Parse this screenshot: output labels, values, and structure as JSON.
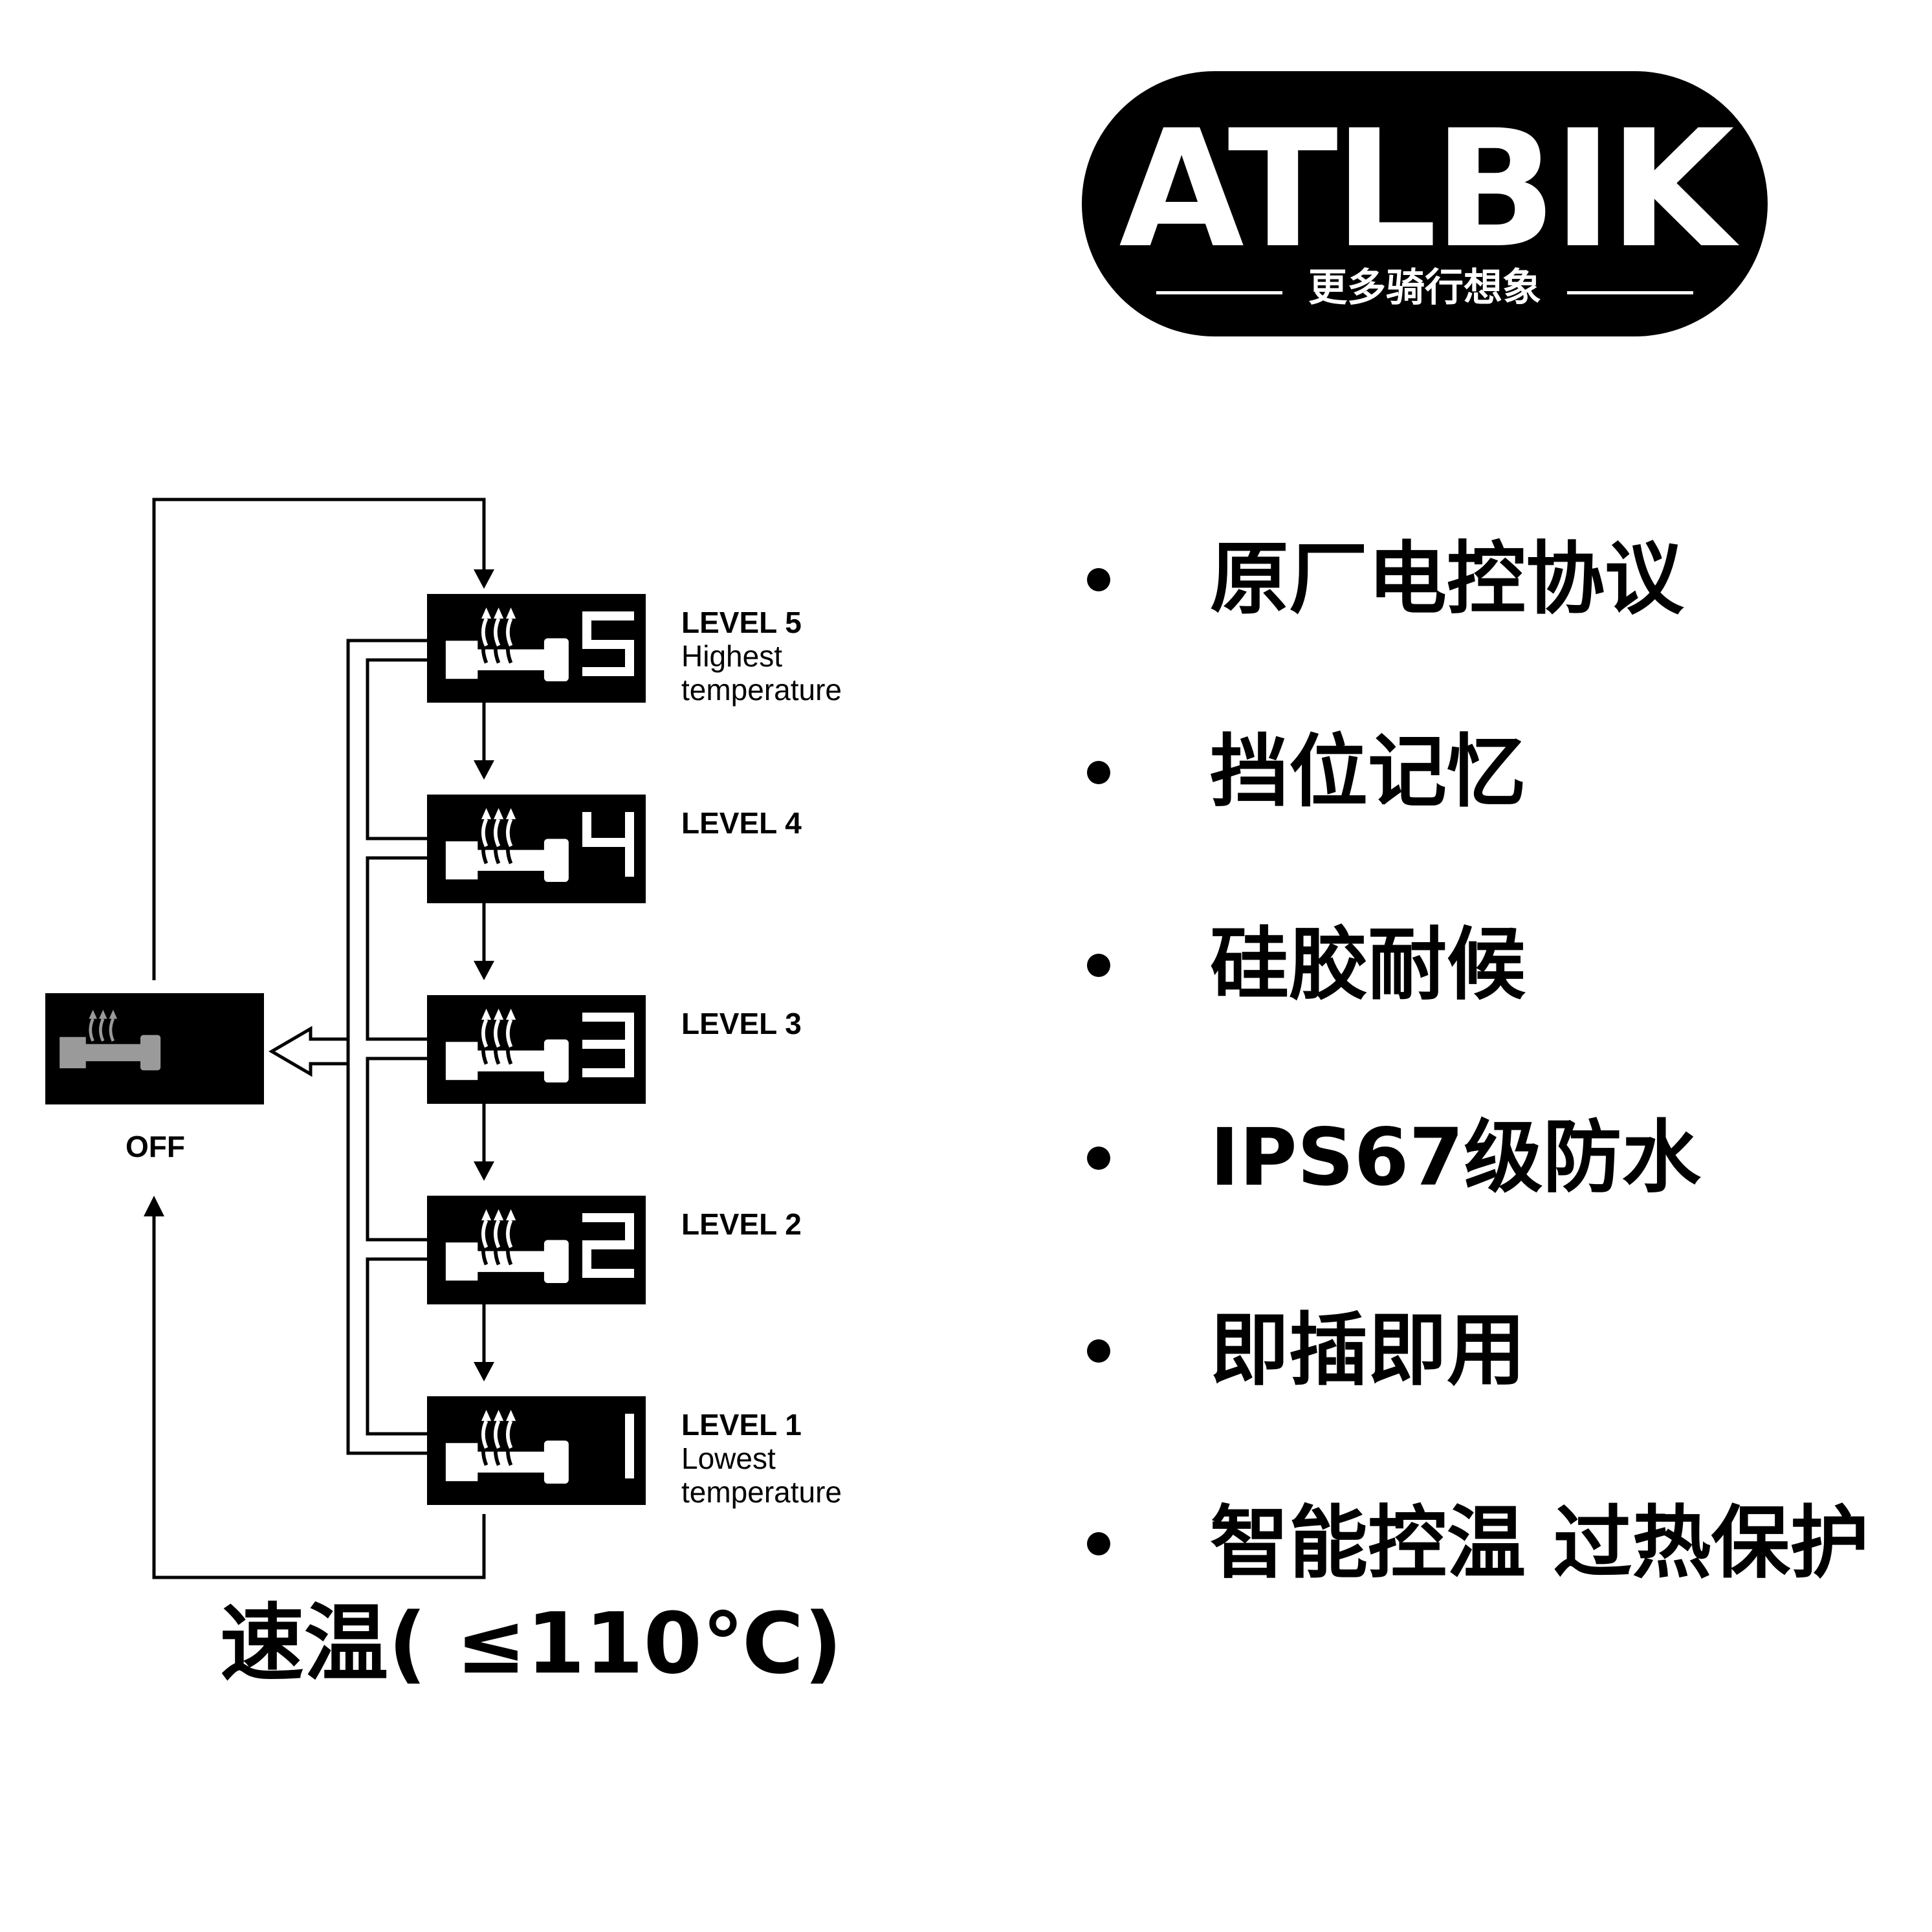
{
  "brand": {
    "name": "ATLBIK",
    "slogan": "更多骑行想象"
  },
  "diagram": {
    "levels": [
      {
        "name": "LEVEL 5",
        "desc1": "Highest",
        "desc2": "temperature",
        "digit": "5"
      },
      {
        "name": "LEVEL 4",
        "desc1": "",
        "desc2": "",
        "digit": "4"
      },
      {
        "name": "LEVEL 3",
        "desc1": "",
        "desc2": "",
        "digit": "3"
      },
      {
        "name": "LEVEL 2",
        "desc1": "",
        "desc2": "",
        "digit": "2"
      },
      {
        "name": "LEVEL 1",
        "desc1": "Lowest",
        "desc2": "temperature",
        "digit": "1"
      }
    ],
    "off_label": "OFF",
    "caption": "速温( ≤110℃)"
  },
  "features": [
    "原厂电控协议",
    "挡位记忆",
    "硅胶耐候",
    "IPS67级防水",
    "即插即用",
    "智能控温 过热保护"
  ]
}
